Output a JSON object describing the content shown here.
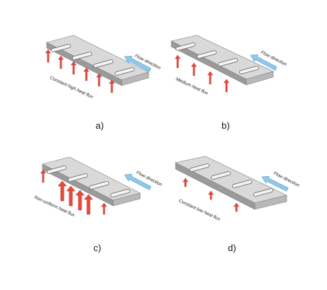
{
  "colors": {
    "plate_top": "#d9d9d9",
    "plate_front": "#9a9a9a",
    "plate_side": "#b8b8b8",
    "plate_edge": "#7f7f7f",
    "slot_fill": "#f4f4f4",
    "slot_stroke": "#6f6f6f",
    "heat_arrow": "#e8473a",
    "heat_arrow_edge": "#b83226",
    "flow_arrow": "#8fc8ea",
    "flow_arrow_edge": "#5b9dc7",
    "text": "#222222"
  },
  "panels": [
    {
      "id": "a",
      "label": "a)",
      "heat_label": "Constant high heat flux",
      "flow_label": "Flow direction",
      "heat_pattern": "constant-high",
      "arrow_sizes": [
        1,
        1,
        1,
        1,
        1,
        1
      ]
    },
    {
      "id": "b",
      "label": "b)",
      "heat_label": "Medium heat flux",
      "flow_label": "Flow direction",
      "heat_pattern": "medium",
      "arrow_sizes": [
        1,
        1,
        1,
        1
      ]
    },
    {
      "id": "c",
      "label": "c)",
      "heat_label": "Non-uniform heat flux",
      "flow_label": "Flow direction",
      "heat_pattern": "non-uniform",
      "arrow_sizes": [
        1,
        2,
        2,
        2,
        2,
        1
      ]
    },
    {
      "id": "d",
      "label": "d)",
      "heat_label": "Constant low heat flux",
      "flow_label": "Flow direction",
      "heat_pattern": "constant-low",
      "arrow_sizes": [
        1,
        1,
        1
      ]
    }
  ]
}
